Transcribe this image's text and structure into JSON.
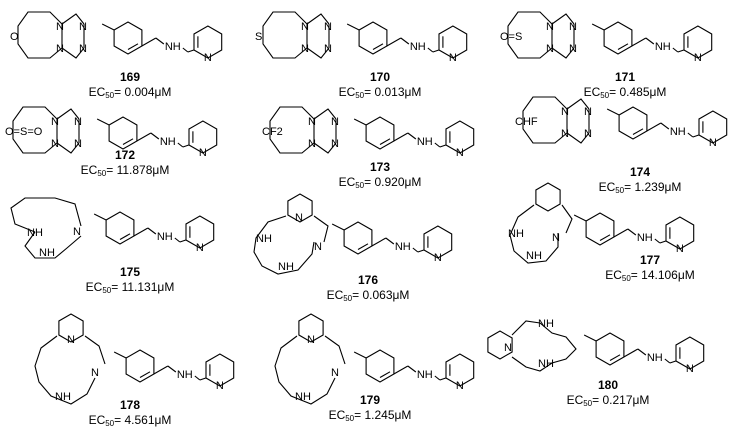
{
  "compounds": [
    {
      "id": "169",
      "ec_prefix": "EC",
      "ec_sub": "50",
      "ec_value": "= 0.004μM",
      "hetero_label": "O"
    },
    {
      "id": "170",
      "ec_prefix": "EC",
      "ec_sub": "50",
      "ec_value": "= 0.013μM",
      "hetero_label": "S"
    },
    {
      "id": "171",
      "ec_prefix": "EC",
      "ec_sub": "50",
      "ec_value": "= 0.485μM",
      "hetero_label": "O=S"
    },
    {
      "id": "172",
      "ec_prefix": "EC",
      "ec_sub": "50",
      "ec_value": "= 11.878μM",
      "hetero_label": "O=S=O"
    },
    {
      "id": "173",
      "ec_prefix": "EC",
      "ec_sub": "50",
      "ec_value": "= 0.920μM",
      "hetero_label": "CF2"
    },
    {
      "id": "174",
      "ec_prefix": "EC",
      "ec_sub": "50",
      "ec_value": "= 1.239μM",
      "hetero_label": "CHF"
    },
    {
      "id": "175",
      "ec_prefix": "EC",
      "ec_sub": "50",
      "ec_value": "= 11.131μM",
      "hetero_label": ""
    },
    {
      "id": "176",
      "ec_prefix": "EC",
      "ec_sub": "50",
      "ec_value": "= 0.063μM",
      "hetero_label": ""
    },
    {
      "id": "177",
      "ec_prefix": "EC",
      "ec_sub": "50",
      "ec_value": "= 14.106μM",
      "hetero_label": ""
    },
    {
      "id": "178",
      "ec_prefix": "EC",
      "ec_sub": "50",
      "ec_value": "= 4.561μM",
      "hetero_label": ""
    },
    {
      "id": "179",
      "ec_prefix": "EC",
      "ec_sub": "50",
      "ec_value": "= 1.245μM",
      "hetero_label": ""
    },
    {
      "id": "180",
      "ec_prefix": "EC",
      "ec_sub": "50",
      "ec_value": "= 0.217μM",
      "hetero_label": ""
    }
  ],
  "atoms": {
    "n": "N",
    "nh": "NH",
    "h": "H"
  }
}
